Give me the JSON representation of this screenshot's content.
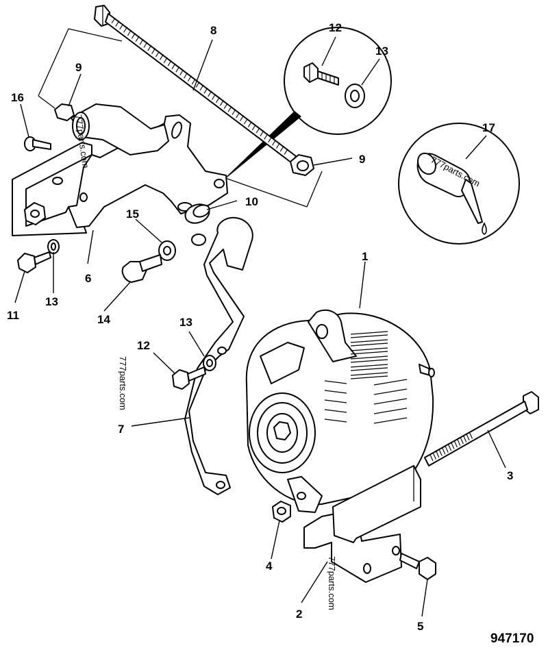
{
  "figure_number": "947170",
  "watermark": "777parts.com",
  "callouts": [
    {
      "id": "c1",
      "label": "1"
    },
    {
      "id": "c2",
      "label": "2"
    },
    {
      "id": "c3",
      "label": "3"
    },
    {
      "id": "c4",
      "label": "4"
    },
    {
      "id": "c5",
      "label": "5"
    },
    {
      "id": "c6",
      "label": "6"
    },
    {
      "id": "c7",
      "label": "7"
    },
    {
      "id": "c8",
      "label": "8"
    },
    {
      "id": "c9a",
      "label": "9"
    },
    {
      "id": "c9b",
      "label": "9"
    },
    {
      "id": "c10",
      "label": "10"
    },
    {
      "id": "c11",
      "label": "11"
    },
    {
      "id": "c12a",
      "label": "12"
    },
    {
      "id": "c12b",
      "label": "12"
    },
    {
      "id": "c13a",
      "label": "13"
    },
    {
      "id": "c13b",
      "label": "13"
    },
    {
      "id": "c13c",
      "label": "13"
    },
    {
      "id": "c14",
      "label": "14"
    },
    {
      "id": "c15",
      "label": "15"
    },
    {
      "id": "c16",
      "label": "16"
    },
    {
      "id": "c17",
      "label": "17"
    }
  ]
}
